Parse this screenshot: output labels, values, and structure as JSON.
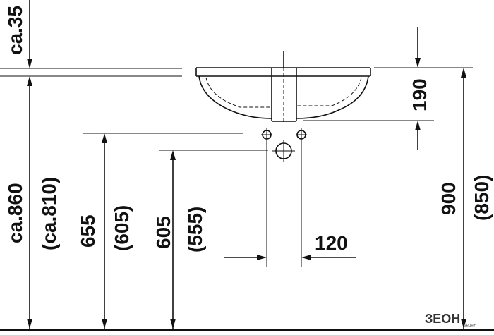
{
  "dimensions": {
    "top_clearance": "ca.35",
    "basin_depth": "190",
    "total_height": "ca.860",
    "total_height_alt": "(ca.810)",
    "supply_height": "655",
    "supply_height_alt": "(605)",
    "drain_height": "605",
    "drain_height_alt": "(555)",
    "supply_spacing": "120",
    "rim_height": "900",
    "rim_height_alt": "(850)"
  },
  "logo": {
    "text": "ЗЕОН",
    "small": "зеон+"
  }
}
